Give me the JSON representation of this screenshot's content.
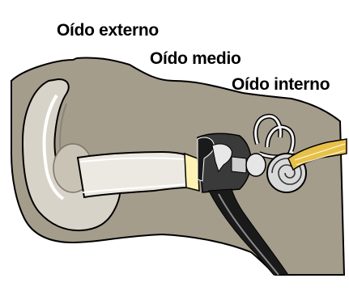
{
  "labels": {
    "outer_ear": "Oído externo",
    "middle_ear": "Oído medio",
    "inner_ear": "Oído interno"
  },
  "colors": {
    "tissue": "#a59d8c",
    "pinna": "#d8d3c8",
    "canal": "#ece9e2",
    "outline": "#000000",
    "ossicles": "#1a1a1a",
    "cochlea": "#d9d9d9",
    "nerve": "#e7c04a"
  }
}
